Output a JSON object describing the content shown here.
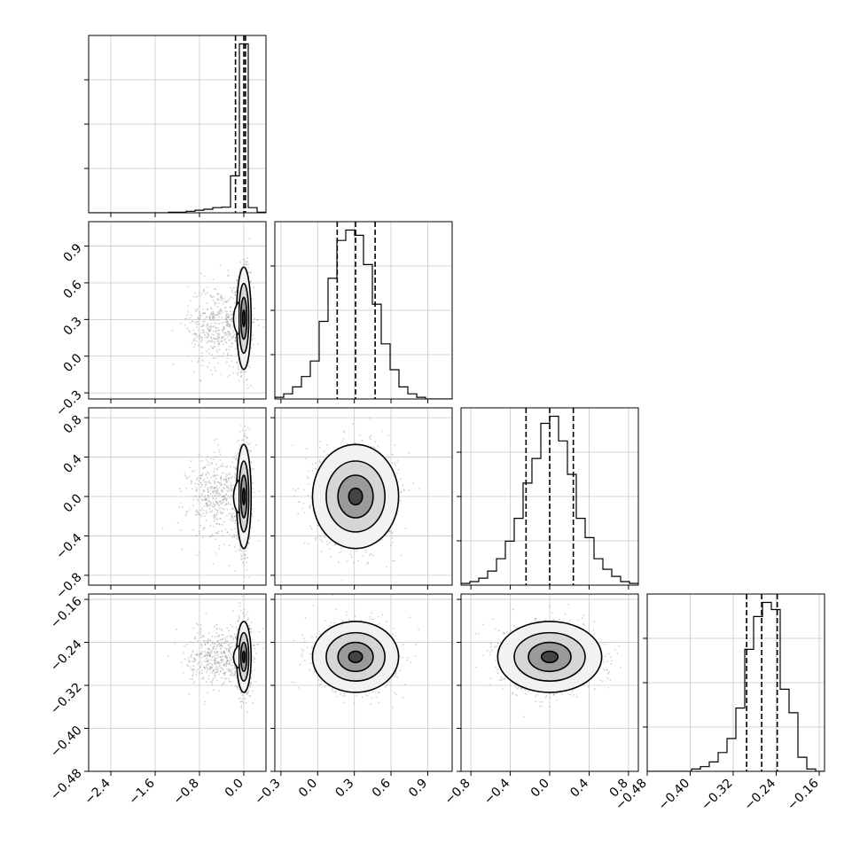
{
  "chart_data": {
    "type": "corner",
    "title": "",
    "parameters": [
      {
        "ticks": [
          -2.4,
          -1.6,
          -0.8,
          0.0
        ],
        "tick_labels": [
          "−2.4",
          "−1.6",
          "−0.8",
          "0.0"
        ],
        "range": [
          -2.8,
          0.4
        ],
        "label": ""
      },
      {
        "ticks": [
          -0.3,
          0.0,
          0.3,
          0.6,
          0.9
        ],
        "tick_labels": [
          "−0.3",
          "0.0",
          "0.3",
          "0.6",
          "0.9"
        ],
        "range": [
          -0.35,
          1.1
        ],
        "label": ""
      },
      {
        "ticks": [
          -0.8,
          -0.4,
          0.0,
          0.4,
          0.8
        ],
        "tick_labels": [
          "−0.8",
          "−0.4",
          "0.0",
          "0.4",
          "0.8"
        ],
        "range": [
          -0.9,
          0.9
        ],
        "label": ""
      },
      {
        "ticks": [
          -0.48,
          -0.4,
          -0.32,
          -0.24,
          -0.16
        ],
        "tick_labels": [
          "−0.48",
          "−0.40",
          "−0.32",
          "−0.24",
          "−0.16"
        ],
        "range": [
          -0.48,
          -0.15
        ],
        "label": ""
      }
    ],
    "quantiles": [
      [
        -0.15,
        0.0,
        0.03
      ],
      [
        0.16,
        0.31,
        0.47
      ],
      [
        -0.24,
        0.0,
        0.24
      ],
      [
        -0.295,
        -0.267,
        -0.238
      ]
    ],
    "histograms": [
      {
        "bin_edges": [
          -2.8,
          -2.64,
          -2.48,
          -2.32,
          -2.16,
          -2.0,
          -1.84,
          -1.68,
          -1.52,
          -1.36,
          -1.2,
          -1.04,
          -0.88,
          -0.72,
          -0.56,
          -0.4,
          -0.24,
          -0.08,
          0.08,
          0.24,
          0.4
        ],
        "counts": [
          0,
          0,
          0,
          0,
          0,
          0,
          0,
          0,
          0,
          1,
          1,
          3,
          5,
          7,
          10,
          11,
          72,
          330,
          10,
          1
        ]
      },
      {
        "bin_edges": [
          -0.35,
          -0.2775,
          -0.205,
          -0.1325,
          -0.06,
          0.0125,
          0.085,
          0.1575,
          0.23,
          0.3025,
          0.375,
          0.4475,
          0.52,
          0.5925,
          0.665,
          0.7375,
          0.81,
          0.8825,
          0.955,
          1.0275,
          1.1
        ],
        "counts": [
          1,
          3,
          7,
          13,
          22,
          45,
          70,
          92,
          98,
          95,
          78,
          55,
          32,
          17,
          7,
          3,
          1,
          0,
          0,
          0
        ]
      },
      {
        "bin_edges": [
          -0.9,
          -0.81,
          -0.72,
          -0.63,
          -0.54,
          -0.45,
          -0.36,
          -0.27,
          -0.18,
          -0.09,
          0.0,
          0.09,
          0.18,
          0.27,
          0.36,
          0.45,
          0.54,
          0.63,
          0.72,
          0.81,
          0.9
        ],
        "counts": [
          1,
          2,
          4,
          8,
          15,
          25,
          38,
          58,
          72,
          92,
          96,
          82,
          63,
          38,
          27,
          15,
          9,
          5,
          2,
          1
        ]
      },
      {
        "bin_edges": [
          -0.48,
          -0.4635,
          -0.447,
          -0.4305,
          -0.414,
          -0.3975,
          -0.381,
          -0.3645,
          -0.348,
          -0.3315,
          -0.315,
          -0.2985,
          -0.282,
          -0.2655,
          -0.249,
          -0.2325,
          -0.216,
          -0.1995,
          -0.183,
          -0.1665,
          -0.15
        ],
        "counts": [
          0,
          0,
          0,
          0,
          0,
          1,
          2,
          4,
          8,
          14,
          27,
          52,
          66,
          72,
          69,
          35,
          25,
          6,
          1,
          0
        ]
      }
    ],
    "joint": [
      {
        "row": 1,
        "col": 0,
        "center": [
          0.0,
          0.31
        ],
        "spread": [
          0.06,
          0.19
        ],
        "tail": [
          -0.45,
          0.25
        ]
      },
      {
        "row": 2,
        "col": 0,
        "center": [
          0.0,
          0.0
        ],
        "spread": [
          0.06,
          0.24
        ],
        "tail": [
          -0.45,
          0.0
        ]
      },
      {
        "row": 2,
        "col": 1,
        "center": [
          0.31,
          0.0
        ],
        "spread": [
          0.16,
          0.24
        ],
        "tail": null
      },
      {
        "row": 3,
        "col": 0,
        "center": [
          0.0,
          -0.267
        ],
        "spread": [
          0.06,
          0.03
        ],
        "tail": [
          -0.45,
          -0.267
        ]
      },
      {
        "row": 3,
        "col": 1,
        "center": [
          0.31,
          -0.267
        ],
        "spread": [
          0.16,
          0.03
        ],
        "tail": null
      },
      {
        "row": 3,
        "col": 2,
        "center": [
          0.0,
          -0.267
        ],
        "spread": [
          0.24,
          0.03
        ],
        "tail": null
      }
    ],
    "grid": true
  }
}
